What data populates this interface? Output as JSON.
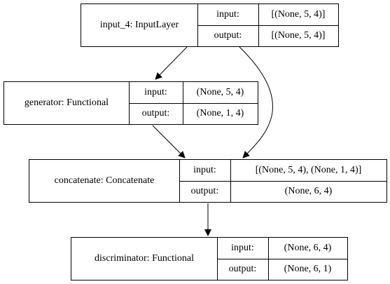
{
  "nodes": {
    "input": {
      "name": "input_4: InputLayer",
      "input_label": "input:",
      "input_value": "[(None, 5, 4)]",
      "output_label": "output:",
      "output_value": "[(None, 5, 4)]"
    },
    "generator": {
      "name": "generator: Functional",
      "input_label": "input:",
      "input_value": "(None, 5, 4)",
      "output_label": "output:",
      "output_value": "(None, 1, 4)"
    },
    "concatenate": {
      "name": "concatenate: Concatenate",
      "input_label": "input:",
      "input_value": "[(None, 5, 4), (None, 1, 4)]",
      "output_label": "output:",
      "output_value": "(None, 6, 4)"
    },
    "discriminator": {
      "name": "discriminator: Functional",
      "input_label": "input:",
      "input_value": "(None, 6, 4)",
      "output_label": "output:",
      "output_value": "(None, 6, 1)"
    }
  }
}
